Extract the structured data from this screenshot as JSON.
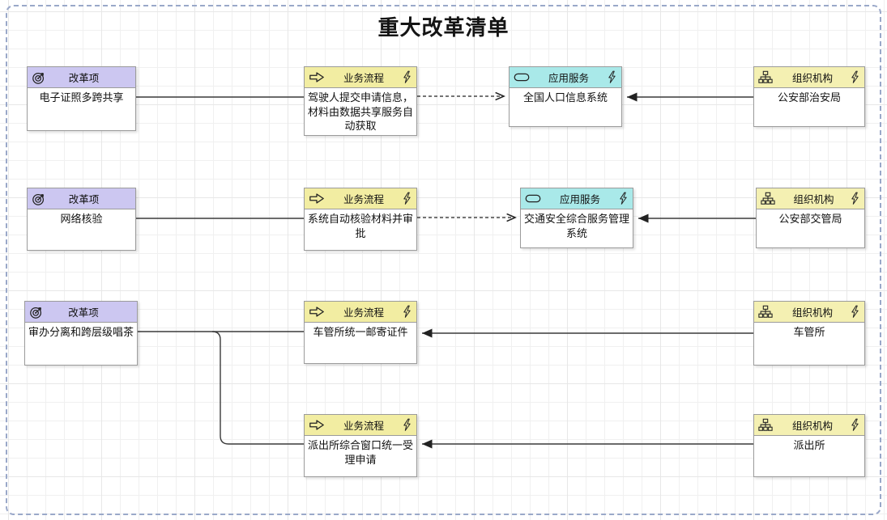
{
  "title": "重大改革清单",
  "colors": {
    "reform_header": "#ccc7f1",
    "process_header": "#f2eda2",
    "service_header": "#a9e9e9",
    "org_header": "#f4f0b2",
    "canvas_border": "#9aa8c9",
    "connector": "#333333"
  },
  "icons": {
    "reform": "target-icon",
    "process": "arrow-right-icon",
    "service": "stadium-icon",
    "org": "org-chart-icon",
    "badge": "lightning-bolt-icon"
  },
  "nodes": [
    {
      "type": "改革项",
      "name": "电子证照多跨共享"
    },
    {
      "type": "业务流程",
      "name": "驾驶人提交申请信息，材料由数据共享服务自动获取"
    },
    {
      "type": "应用服务",
      "name": "全国人口信息系统"
    },
    {
      "type": "组织机构",
      "name": "公安部治安局"
    },
    {
      "type": "改革项",
      "name": "网络核验"
    },
    {
      "type": "业务流程",
      "name": "系统自动核验材料并审批"
    },
    {
      "type": "应用服务",
      "name": "交通安全综合服务管理系统"
    },
    {
      "type": "组织机构",
      "name": "公安部交管局"
    },
    {
      "type": "改革项",
      "name": "审办分离和跨层级唱茶"
    },
    {
      "type": "业务流程",
      "name": "车管所统一邮寄证件"
    },
    {
      "type": "组织机构",
      "name": "车管所"
    },
    {
      "type": "业务流程",
      "name": "派出所综合窗口统一受理申请"
    },
    {
      "type": "组织机构",
      "name": "派出所"
    }
  ],
  "edges": [
    {
      "from": "电子证照多跨共享",
      "to": "驾驶人提交申请信息，材料由数据共享服务自动获取",
      "style": "solid-plain"
    },
    {
      "from": "驾驶人提交申请信息，材料由数据共享服务自动获取",
      "to": "全国人口信息系统",
      "style": "dashed-open-arrow"
    },
    {
      "from": "公安部治安局",
      "to": "全国人口信息系统",
      "style": "solid-filled-arrow"
    },
    {
      "from": "网络核验",
      "to": "系统自动核验材料并审批",
      "style": "solid-plain"
    },
    {
      "from": "系统自动核验材料并审批",
      "to": "交通安全综合服务管理系统",
      "style": "dashed-open-arrow"
    },
    {
      "from": "公安部交管局",
      "to": "交通安全综合服务管理系统",
      "style": "solid-filled-arrow"
    },
    {
      "from": "审办分离和跨层级唱茶",
      "to": "车管所统一邮寄证件",
      "style": "solid-plain"
    },
    {
      "from": "审办分离和跨层级唱茶",
      "to": "派出所综合窗口统一受理申请",
      "style": "solid-plain"
    },
    {
      "from": "车管所",
      "to": "车管所统一邮寄证件",
      "style": "solid-filled-arrow"
    },
    {
      "from": "派出所",
      "to": "派出所综合窗口统一受理申请",
      "style": "solid-filled-arrow"
    }
  ]
}
